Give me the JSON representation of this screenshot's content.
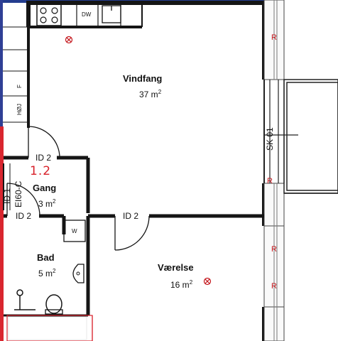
{
  "rooms": {
    "vindfang": {
      "name": "Vindfang",
      "area": "37 m",
      "unit_sup": "2"
    },
    "gang": {
      "name": "Gang",
      "area": "3 m",
      "unit_sup": "2"
    },
    "bad": {
      "name": "Bad",
      "area": "5 m",
      "unit_sup": "2"
    },
    "vaerelse": {
      "name": "Værelse",
      "area": "16 m",
      "unit_sup": "2"
    }
  },
  "door_tags": {
    "gang_top": "ID 2",
    "gang_left": "ID 2",
    "vaerelse_door": "ID 2",
    "entry": "ID 1",
    "entry_rating": "EI60-C",
    "balcony_door": "SK 01"
  },
  "radiator_marker": "R",
  "handwritten_note": "1.2",
  "appliances": {
    "dishwasher": "DW",
    "fridge": "F",
    "tall_cabinet": "HØJ",
    "washer": "W"
  },
  "colors": {
    "wall": "#151515",
    "radiator_red": "#c4161c",
    "left_border_blue": "#2f3f95",
    "top_border_blue": "#243d8f",
    "left_border_red": "#d9262f",
    "handwriting_red": "#d8212a"
  }
}
